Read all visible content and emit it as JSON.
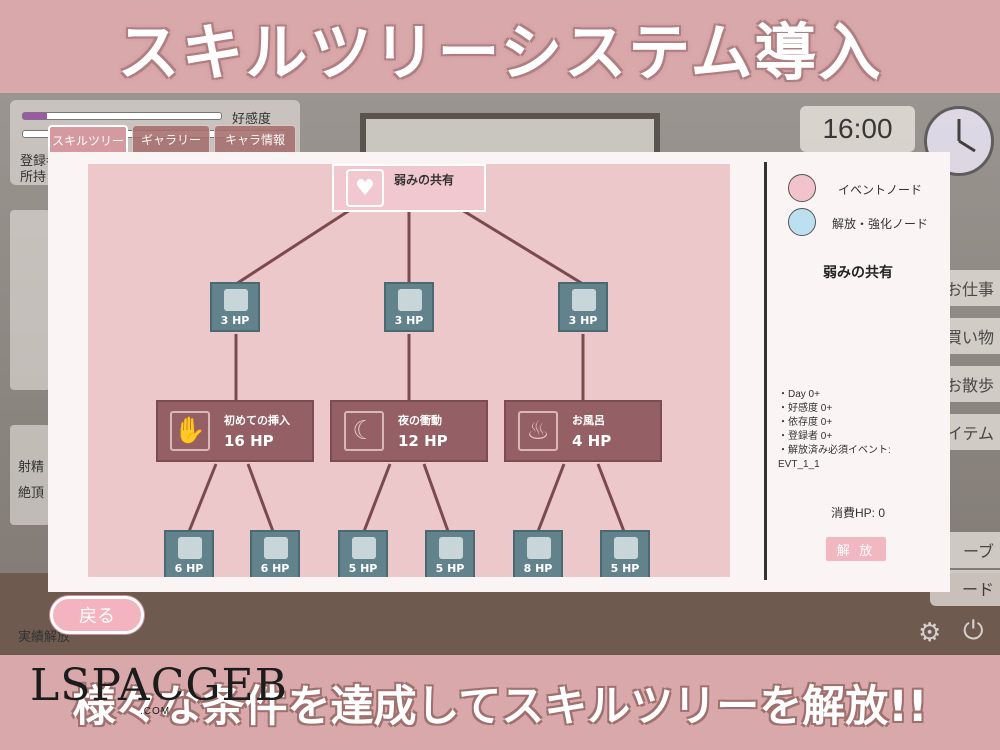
{
  "banner": {
    "top_title": "スキルツリーシステム導入",
    "bottom_caption": "様々な条件を達成してスキルツリーを解放!!"
  },
  "watermark": {
    "text": "LSPACGEB",
    "sub": ".COM"
  },
  "hud": {
    "affection_label": "好感度",
    "registered_label": "登録者",
    "owned_label": "所持",
    "time": "16:00",
    "achievement_label": "実績解放",
    "left_stat_1": "射精",
    "left_stat_2": "絶頂",
    "side_menu": [
      "お仕事",
      "買い物",
      "お散歩",
      "アイテム"
    ],
    "save_partial": "ーブ",
    "load_partial": "ード"
  },
  "tabs": [
    {
      "label": "スキルツリー",
      "active": true
    },
    {
      "label": "ギャラリー",
      "active": false
    },
    {
      "label": "キャラ情報",
      "active": false
    }
  ],
  "tree": {
    "root": {
      "label": "弱みの共有",
      "icon": "heart-signal-icon"
    },
    "tier1": [
      {
        "hp": "3 HP",
        "icon": "bathroom-icon"
      },
      {
        "hp": "3 HP",
        "icon": "touch-icon"
      },
      {
        "hp": "3 HP",
        "icon": "lotion-icon"
      }
    ],
    "tier2": [
      {
        "name": "初めての挿入",
        "hp": "16 HP",
        "icon": "hand-icon"
      },
      {
        "name": "夜の衝動",
        "hp": "12 HP",
        "icon": "moon-icon"
      },
      {
        "name": "お風呂",
        "hp": "4 HP",
        "icon": "bath-icon"
      }
    ],
    "tier3": [
      {
        "hp": "6 HP",
        "icon": "drop-icon"
      },
      {
        "hp": "6 HP",
        "icon": "toy-icon"
      },
      {
        "hp": "5 HP",
        "icon": "pose-icon"
      },
      {
        "hp": "5 HP",
        "icon": "pose-icon"
      },
      {
        "hp": "8 HP",
        "icon": "heart-icon"
      },
      {
        "hp": "5 HP",
        "icon": "pose-icon"
      }
    ]
  },
  "legend": {
    "event_label": "イベントノード",
    "event_color": "#f2c3cd",
    "unlock_label": "解放・強化ノード",
    "unlock_color": "#bde0f0"
  },
  "detail": {
    "title": "弱みの共有",
    "requirements": [
      "・Day 0+",
      "・好感度 0+",
      "・依存度 0+",
      "・登録者 0+",
      "・解放済み必須イベント:",
      "EVT_1_1"
    ],
    "cost": "消費HP: 0",
    "unlock_label": "解 放"
  },
  "back_label": "戻る"
}
